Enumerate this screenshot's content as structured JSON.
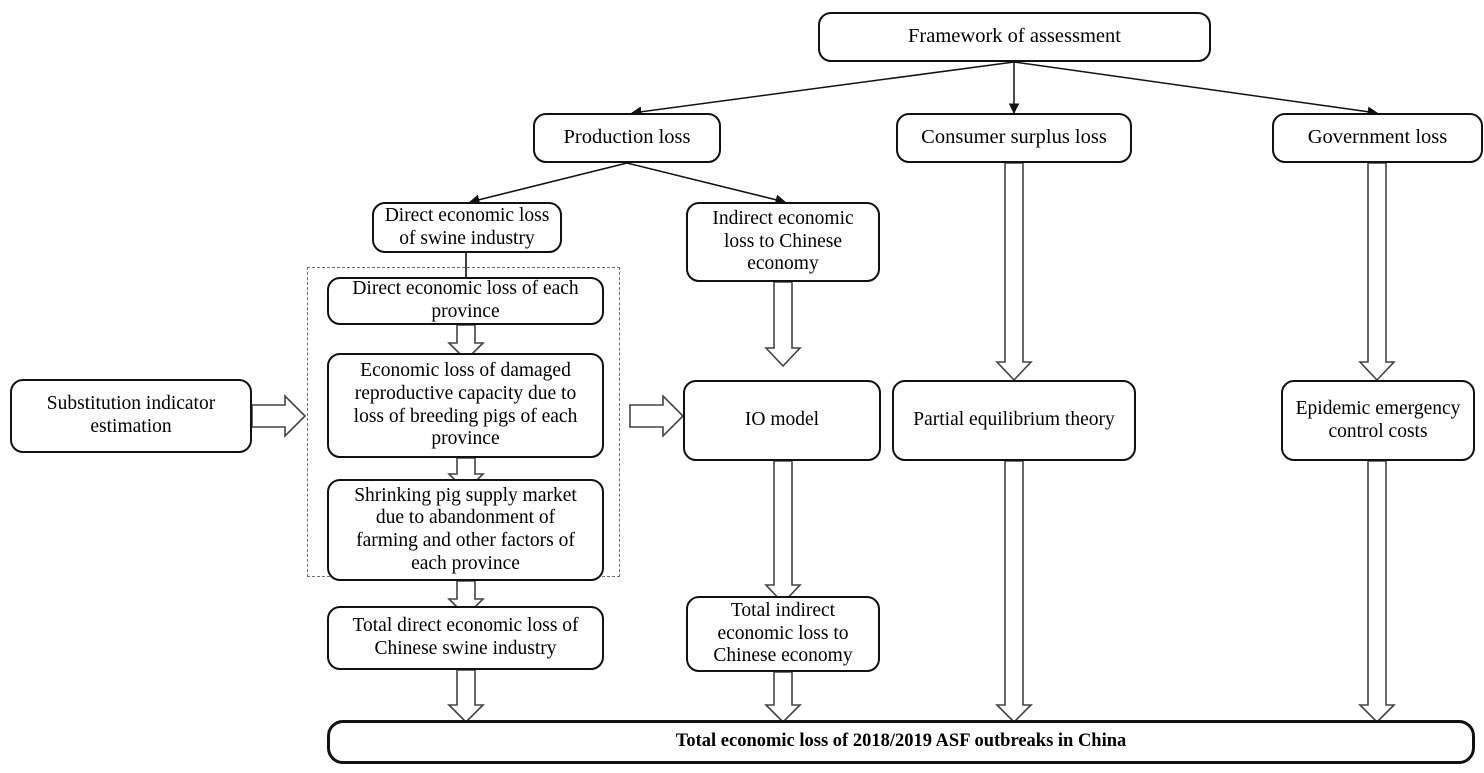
{
  "figure": {
    "title": "Framework of assessment",
    "type": "flowchart",
    "background_color": "#ffffff",
    "node_border_color": "#111111",
    "dashed_group_color": "#6f6f6f",
    "arrow_color": "#111111"
  },
  "nodes": {
    "framework": "Framework of assessment",
    "production_loss": "Production loss",
    "consumer_surplus_loss": "Consumer surplus loss",
    "government_loss": "Government loss",
    "direct_swine": "Direct economic loss\nof swine industry",
    "indirect_chinese": "Indirect economic\nloss to Chinese\neconomy",
    "substitution": "Substitution indicator\nestimation",
    "province_direct": "Direct economic loss of each\nprovince",
    "province_reproductive": "Economic loss of damaged\nreproductive capacity due to\nloss of breeding pigs of each\nprovince",
    "province_shrinking": "Shrinking pig supply market\ndue to abandonment of\nfarming and other factors of\neach province",
    "io_model": "IO model",
    "partial_equilibrium": "Partial equilibrium theory",
    "epidemic_costs": "Epidemic emergency\ncontrol costs",
    "total_direct": "Total direct economic loss of\nChinese swine industry",
    "total_indirect": "Total indirect\neconomic loss to\nChinese economy",
    "total_summary": "Total economic loss of 2018/2019 ASF outbreaks in China"
  },
  "edges": [
    {
      "from": "framework",
      "to": "production_loss",
      "style": "thin-line"
    },
    {
      "from": "framework",
      "to": "consumer_surplus_loss",
      "style": "thin-line"
    },
    {
      "from": "framework",
      "to": "government_loss",
      "style": "thin-line"
    },
    {
      "from": "production_loss",
      "to": "direct_swine",
      "style": "thin-line"
    },
    {
      "from": "production_loss",
      "to": "indirect_chinese",
      "style": "thin-line"
    },
    {
      "from": "direct_swine",
      "to": "province_direct",
      "style": "plain-connector"
    },
    {
      "from": "province_direct",
      "to": "province_reproductive",
      "style": "block-arrow-down"
    },
    {
      "from": "province_reproductive",
      "to": "province_shrinking",
      "style": "block-arrow-down"
    },
    {
      "from": "province_shrinking",
      "to": "total_direct",
      "style": "block-arrow-down"
    },
    {
      "from": "substitution",
      "to": "province_group",
      "style": "block-arrow-right"
    },
    {
      "from": "province_group",
      "to": "io_model",
      "style": "block-arrow-right"
    },
    {
      "from": "indirect_chinese",
      "to": "io_model",
      "style": "block-arrow-down"
    },
    {
      "from": "io_model",
      "to": "total_indirect",
      "style": "block-arrow-down"
    },
    {
      "from": "total_direct",
      "to": "total_summary",
      "style": "block-arrow-down"
    },
    {
      "from": "total_indirect",
      "to": "total_summary",
      "style": "block-arrow-down"
    },
    {
      "from": "consumer_surplus_loss",
      "to": "partial_equilibrium",
      "style": "block-arrow-down"
    },
    {
      "from": "partial_equilibrium",
      "to": "total_summary",
      "style": "block-arrow-down"
    },
    {
      "from": "government_loss",
      "to": "epidemic_costs",
      "style": "block-arrow-down"
    },
    {
      "from": "epidemic_costs",
      "to": "total_summary",
      "style": "block-arrow-down"
    }
  ]
}
